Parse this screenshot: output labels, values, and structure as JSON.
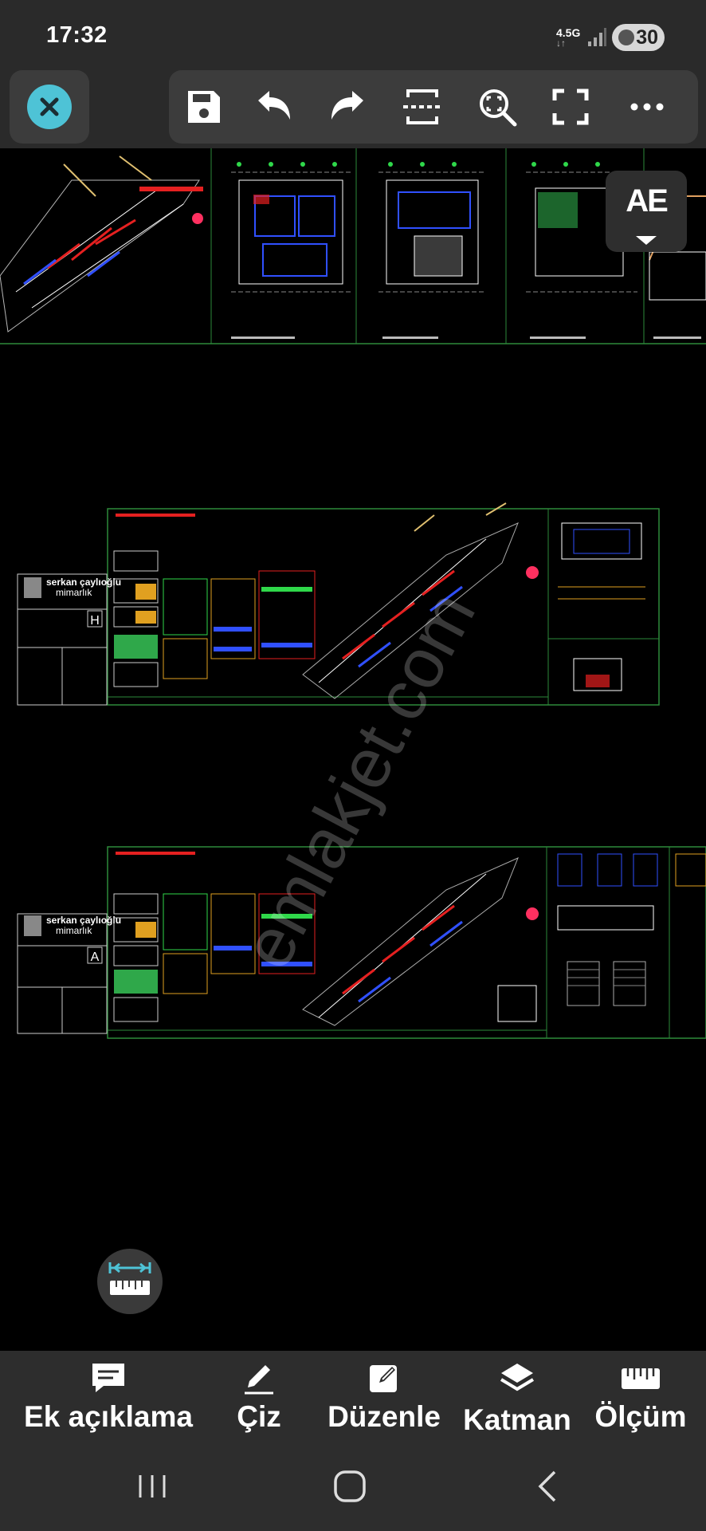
{
  "status_bar": {
    "time": "17:32",
    "network": "4.5G",
    "battery": "30"
  },
  "top_toolbar": {
    "icons": [
      "close-icon",
      "save-icon",
      "undo-icon",
      "redo-icon",
      "fit-width-icon",
      "zoom-icon",
      "fullscreen-icon",
      "more-icon"
    ]
  },
  "text_tool": {
    "icon": "AE"
  },
  "drawing": {
    "watermark": "emlakjet.com",
    "sheet1": {
      "brand_line1": "serkan çaylıoğlu",
      "brand_line2": "mimarlık",
      "revision_letter": "H"
    },
    "sheet2": {
      "brand_line1": "serkan çaylıoğlu",
      "brand_line2": "mimarlık",
      "revision_letter": "A"
    }
  },
  "bottom_bar": {
    "items": [
      {
        "label": "Ek açıklama",
        "icon": "comment-icon"
      },
      {
        "label": "Çiz",
        "icon": "pen-icon"
      },
      {
        "label": "Düzenle",
        "icon": "edit-icon"
      },
      {
        "label": "Katman",
        "icon": "layers-icon"
      },
      {
        "label": "Ölçüm",
        "icon": "ruler-icon"
      }
    ]
  },
  "colors": {
    "accent": "#4ec3d6",
    "toolbar_bg": "#3c3c3c",
    "bar_bg": "#2d2d2d"
  }
}
